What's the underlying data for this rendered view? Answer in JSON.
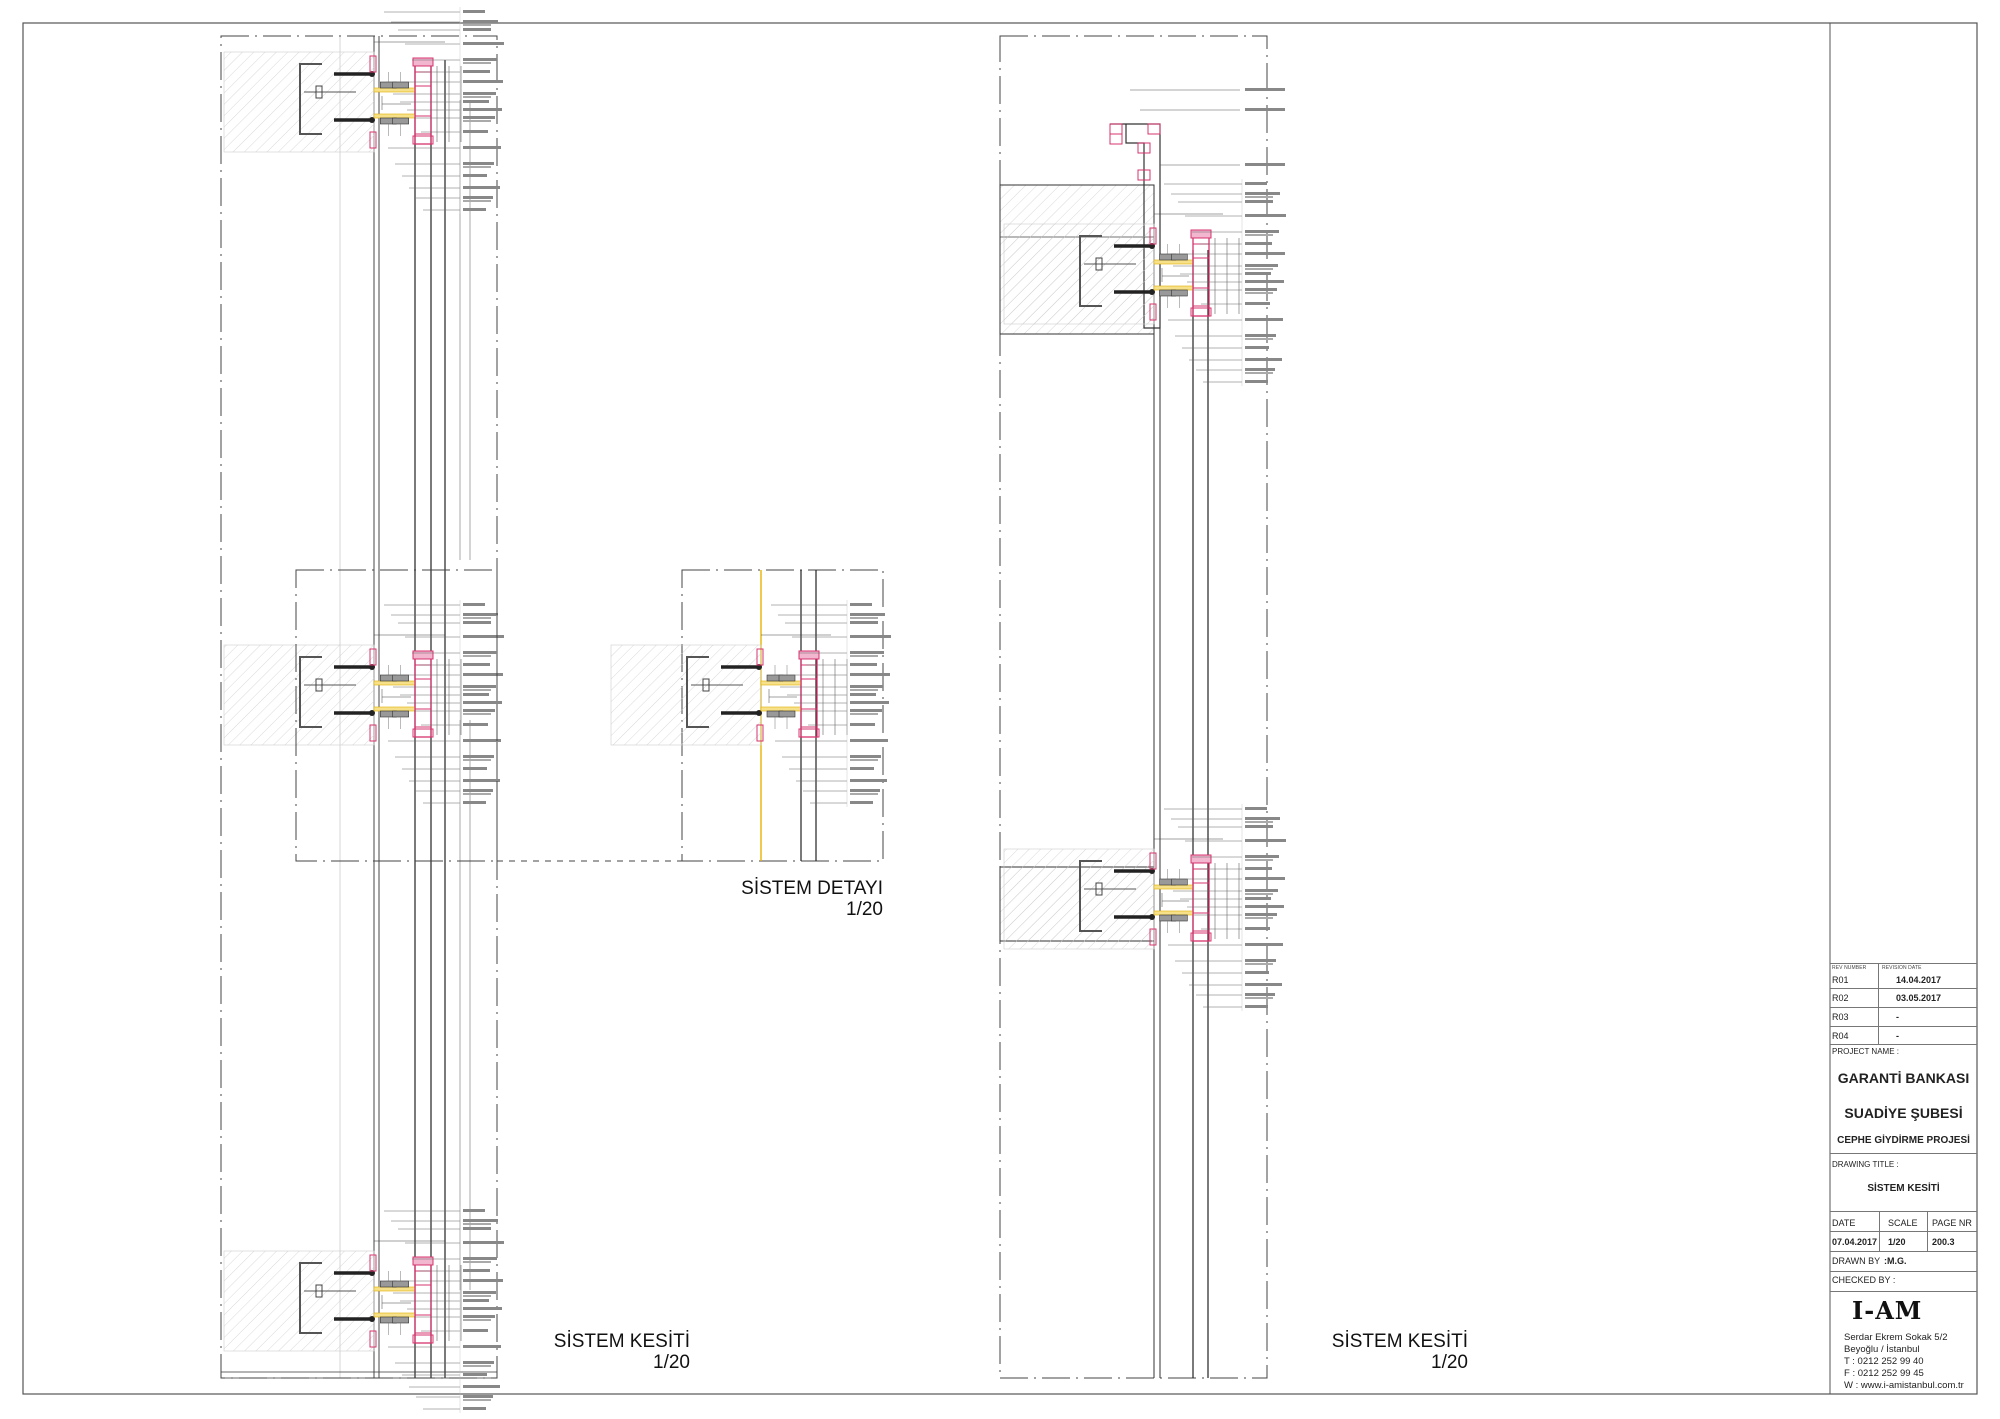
{
  "labels": {
    "detail_title": "SİSTEM DETAYI",
    "detail_scale": "1/20",
    "section_left_title": "SİSTEM KESİTİ",
    "section_left_scale": "1/20",
    "section_right_title": "SİSTEM KESİTİ",
    "section_right_scale": "1/20"
  },
  "title_block": {
    "rev_number_header": "REV NUMBER",
    "revision_date_header": "REVISION DATE",
    "revisions": [
      {
        "number": "R01",
        "date": "14.04.2017"
      },
      {
        "number": "R02",
        "date": "03.05.2017"
      },
      {
        "number": "R03",
        "date": "-"
      },
      {
        "number": "R04",
        "date": "-"
      }
    ],
    "project_name_label": "PROJECT NAME :",
    "project_line1": "GARANTİ BANKASI",
    "project_line2": "SUADİYE ŞUBESİ",
    "project_line3": "CEPHE GİYDİRME PROJESİ",
    "drawing_title_label": "DRAWING TITLE :",
    "drawing_title": "SİSTEM KESİTİ",
    "date_label": "DATE",
    "scale_label": "SCALE",
    "page_label": "PAGE NR",
    "date": "07.04.2017",
    "scale": "1/20",
    "page": "200.3",
    "drawn_by_label": "DRAWN BY",
    "drawn_by": ":M.G.",
    "checked_by_label": "CHECKED BY :",
    "logo": "I-AM",
    "address1": "Serdar Ekrem Sokak 5/2",
    "address2": "Beyoğlu / İstanbul",
    "phone": "T  :  0212 252 99 40",
    "fax": "F  : 0212 252 99 45",
    "web": "W : www.i-amistanbul.com.tr"
  },
  "colors": {
    "line": "#222222",
    "accent": "#d6336c",
    "yellow": "#e8b400",
    "hatch": "#bbbbbb"
  }
}
